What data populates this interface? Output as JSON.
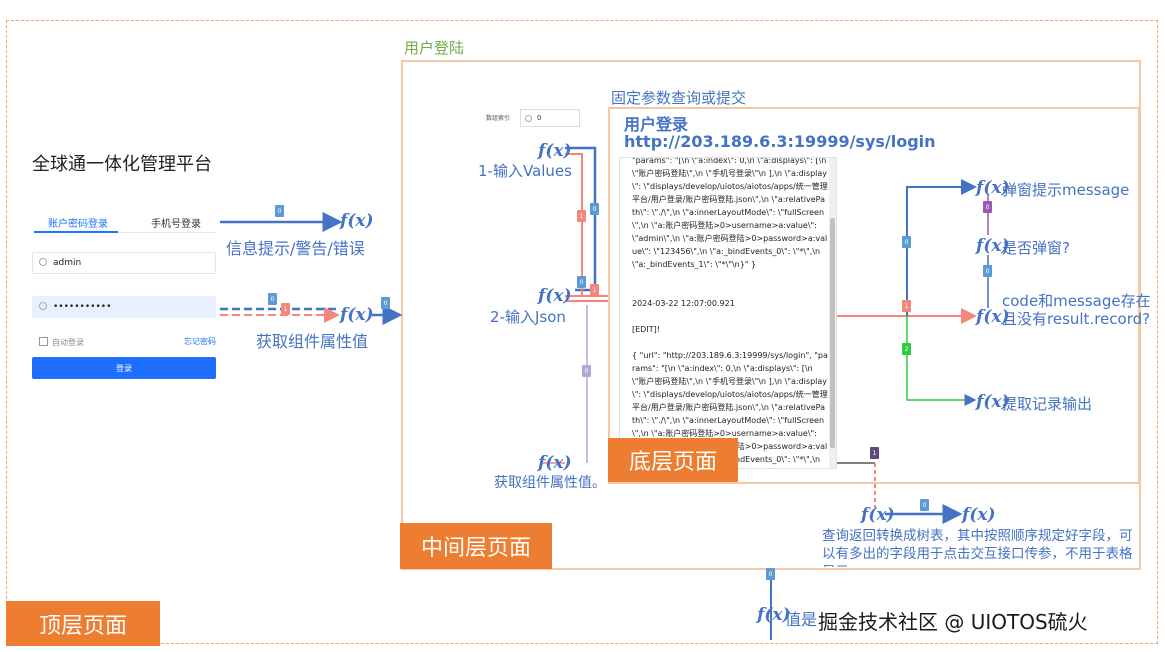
{
  "layers": {
    "top": "顶层页面",
    "middle": "中间层页面",
    "bottom": "底层页面"
  },
  "section_labels": {
    "user_login": "用户登陆",
    "fixed_query": "固定参数查询或提交"
  },
  "login_form": {
    "title": "全球通一体化管理平台",
    "tab_password": "账户密码登录",
    "tab_phone": "手机号登录",
    "username": "admin",
    "password": "•••••••••••",
    "remember": "自动登录",
    "forgot": "忘记密码",
    "submit": "登录"
  },
  "api": {
    "title": "用户登录",
    "url": "http://203.189.6.3:19999/sys/login"
  },
  "index_field": {
    "label": "数组索引",
    "value": "0"
  },
  "log_text": "\"params\": \"[\\n \\\"a:index\\\": 0,\\n \\\"a:displays\\\": [\\n \\\"账户密码登陆\\\",\\n \\\"手机号登录\\\"\\n ],\\n \\\"a:display\\\": \\\"displays/develop/uiotos/aiotos/apps/统一管理平台/用户登录/账户密码登陆.json\\\",\\n \\\"a:relativePath\\\": \\\"./\\\",\\n \\\"a:innerLayoutMode\\\": \\\"fullScreen\\\",\\n \\\"a:账户密码登陆>0>username>a:value\\\": \\\"admin\\\",\\n \\\"a:账户密码登陆>0>password>a:value\\\": \\\"123456\\\",\\n \\\"a:_bindEvents_0\\\": \\\"*\\\",\\n \\\"a:_bindEvents_1\\\": \\\"*\\\"\\n}\" }\n\n\n2024-03-22 12:07:00.921\n\n[EDIT]!\n\n{ \"url\": \"http://203.189.6.3:19999/sys/login\", \"params\": \"[\\n \\\"a:index\\\": 0,\\n \\\"a:displays\\\": [\\n \\\"账户密码登陆\\\",\\n \\\"手机号登录\\\"\\n ],\\n \\\"a:display\\\": \\\"displays/develop/uiotos/aiotos/apps/统一管理平台/用户登录/账户密码登陆.json\\\",\\n \\\"a:relativePath\\\": \\\"./\\\",\\n \\\"a:innerLayoutMode\\\": \\\"fullScreen\\\",\\n \\\"a:账户密码登陆>0>username>a:value\\\": \\\"admin\\\",\\n \\\"a:账户密码登陆>0>password>a:value\\\": \\\"123456\\\",\\n \\\"a:_bindEvents_0\\\": \\\"*\\\",\\n \\\"a:_bindEvents_1\\\": \\\"*\\\"\\n}\" }",
  "function_nodes": {
    "fx_symbol": "f(x)",
    "info_tip": "信息提示/警告/错误",
    "get_prop": "获取组件属性值",
    "input_values": "1-输入Values",
    "input_json": "2-输入Json",
    "get_prop2": "获取组件属性值。",
    "popup_msg": "弹窗提示message",
    "is_popup": "是否弹窗?",
    "code_msg_1": "code和message存在",
    "code_msg_2": "且没有result.record?",
    "extract_record": "提取记录输出",
    "query_tree": "查询返回转换成树表，其中按照顺序规定好字段，可以有多出的字段用于点击交互接口传参，不用于表格显示",
    "value_is": "值是"
  },
  "badges": {
    "b0": "0",
    "b1": "1",
    "b2": "2"
  },
  "watermark": "掘金技术社区 @ UIOTOS硫火",
  "colors": {
    "blue": "#4472c4",
    "orange": "#ed7d31",
    "salmon": "#f4877a",
    "green": "#2ecc40",
    "purple": "#9b59b6"
  }
}
